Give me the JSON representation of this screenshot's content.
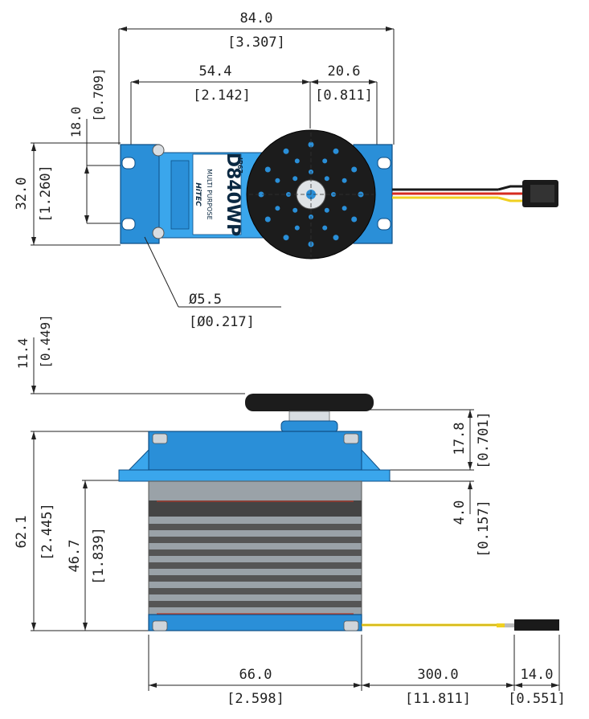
{
  "product": {
    "model": "D840WP",
    "subtitle": "MULTI PURPOSE",
    "brand": "HiTEC",
    "rating": "IP67"
  },
  "dimensions": {
    "top_width": {
      "mm": "84.0",
      "in": "[3.307]"
    },
    "top_left_span": {
      "mm": "54.4",
      "in": "[2.142]"
    },
    "top_right_span": {
      "mm": "20.6",
      "in": "[0.811]"
    },
    "hole_offset": {
      "mm": "18.0",
      "in": "[0.709]"
    },
    "hole_spacing": {
      "mm": "32.0",
      "in": "[1.260]"
    },
    "hole_diameter": {
      "mm": "Ø5.5",
      "in": "[Ø0.217]"
    },
    "horn_height": {
      "mm": "11.4",
      "in": "[0.449]"
    },
    "overall_height": {
      "mm": "62.1",
      "in": "[2.445]"
    },
    "body_height": {
      "mm": "46.7",
      "in": "[1.839]"
    },
    "top_to_flange": {
      "mm": "17.8",
      "in": "[0.701]"
    },
    "flange_thickness": {
      "mm": "4.0",
      "in": "[0.157]"
    },
    "body_length": {
      "mm": "66.0",
      "in": "[2.598]"
    },
    "wire_length": {
      "mm": "300.0",
      "in": "[11.811]"
    },
    "connector_length": {
      "mm": "14.0",
      "in": "[0.551]"
    }
  },
  "colors": {
    "body": "#2a8fd8",
    "body_dark": "#0f4f86",
    "horn": "#1a1a1a",
    "wire_red": "#d62b1f",
    "wire_yellow": "#f0d020",
    "wire_black": "#1a1a1a"
  }
}
